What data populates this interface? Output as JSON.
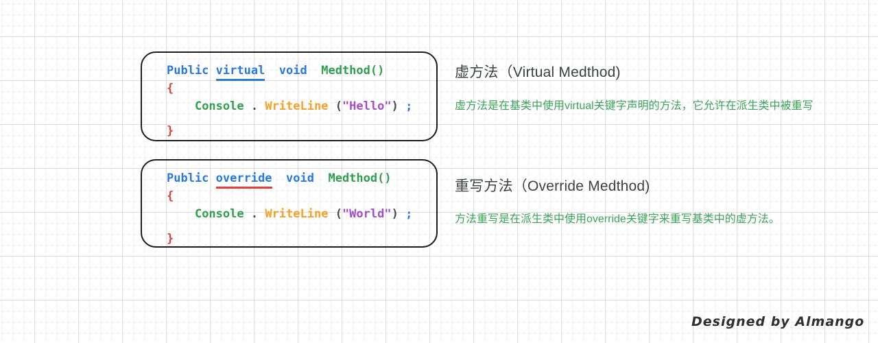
{
  "colors": {
    "keyword_blue": "#2878e0",
    "type_green": "#2f9e4e",
    "method_orange": "#f7a025",
    "string_purple": "#a44cc8",
    "brace_red": "#e43d3d",
    "punct_gray": "#4a4a4a",
    "title_gray": "#3d4043",
    "desc_green": "#3aa357",
    "box_border": "#1b1b1b",
    "grid_major": "#dedede",
    "grid_minor": "#e9e9e9",
    "signature_ink": "#2f2f2f"
  },
  "sections": [
    {
      "id": "virtual",
      "title": "虚方法（Virtual Medthod)",
      "description": "虚方法是在基类中使用virtual关键字声明的方法，它允许在派生类中被重写",
      "code": {
        "lines": [
          {
            "tokens": [
              {
                "t": "Public ",
                "c": "kw"
              },
              {
                "t": "virtual",
                "c": "kw u-blue"
              },
              {
                "t": "  ",
                "c": "plain"
              },
              {
                "t": "void",
                "c": "kw"
              },
              {
                "t": "  ",
                "c": "plain"
              },
              {
                "t": "Medthod()",
                "c": "fn"
              }
            ]
          },
          {
            "tokens": [
              {
                "t": "{",
                "c": "br"
              }
            ]
          },
          {
            "tokens": [
              {
                "t": "    ",
                "c": "plain"
              },
              {
                "t": "Console",
                "c": "cls"
              },
              {
                "t": " . ",
                "c": "pn"
              },
              {
                "t": "WriteLine",
                "c": "mth"
              },
              {
                "t": " (",
                "c": "pn"
              },
              {
                "t": "\"Hello\"",
                "c": "str"
              },
              {
                "t": ") ",
                "c": "pn"
              },
              {
                "t": ";",
                "c": "kw"
              }
            ]
          },
          {
            "tokens": [
              {
                "t": "}",
                "c": "br"
              }
            ],
            "gap": true
          }
        ]
      }
    },
    {
      "id": "override",
      "title": "重写方法（Override Medthod)",
      "description": "方法重写是在派生类中使用override关键字来重写基类中的虚方法。",
      "code": {
        "lines": [
          {
            "tokens": [
              {
                "t": "Public ",
                "c": "kw"
              },
              {
                "t": "override",
                "c": "kw u-red"
              },
              {
                "t": "  ",
                "c": "plain"
              },
              {
                "t": "void",
                "c": "kw"
              },
              {
                "t": "  ",
                "c": "plain"
              },
              {
                "t": "Medthod()",
                "c": "fn"
              }
            ]
          },
          {
            "tokens": [
              {
                "t": "{",
                "c": "br"
              }
            ]
          },
          {
            "tokens": [
              {
                "t": "    ",
                "c": "plain"
              },
              {
                "t": "Console",
                "c": "cls"
              },
              {
                "t": " . ",
                "c": "pn"
              },
              {
                "t": "WriteLine",
                "c": "mth"
              },
              {
                "t": " (",
                "c": "pn"
              },
              {
                "t": "\"World\"",
                "c": "str"
              },
              {
                "t": ") ",
                "c": "pn"
              },
              {
                "t": ";",
                "c": "kw"
              }
            ]
          },
          {
            "tokens": [
              {
                "t": "}",
                "c": "br"
              }
            ],
            "gap": true
          }
        ]
      }
    }
  ],
  "signature": "Designed by Almango"
}
